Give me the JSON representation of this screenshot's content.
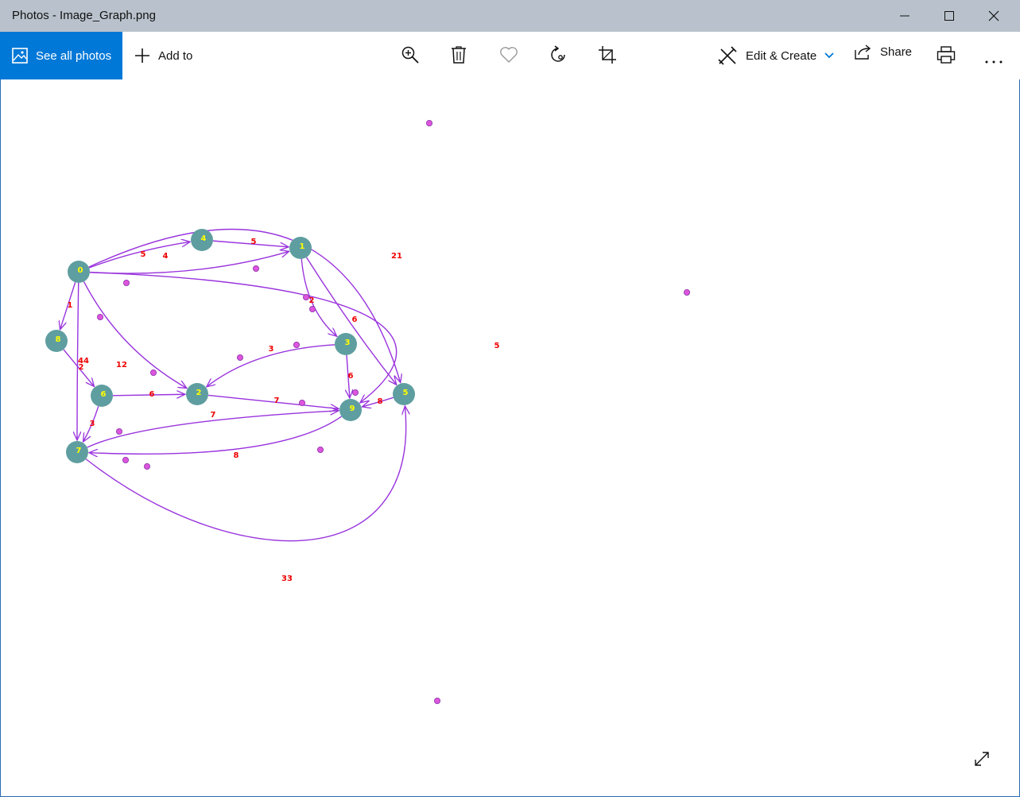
{
  "window": {
    "title": "Photos - Image_Graph.png"
  },
  "toolbar": {
    "see_all_label": "See all photos",
    "add_to_label": "Add to",
    "edit_create_label": "Edit & Create",
    "share_label": "Share",
    "icons": [
      "zoom-in-icon",
      "delete-icon",
      "favorite-icon",
      "rotate-icon",
      "crop-icon",
      "print-icon",
      "more-icon"
    ]
  },
  "colors": {
    "accent": "#0078d7",
    "titlebar": "#b9c2cc",
    "node_fill": "#5f9ea0",
    "node_label": "#ffff00",
    "edge": "#9933dd",
    "edge_label": "#ee0000",
    "dot_fill": "#dd55dd"
  },
  "graph": {
    "nodes": [
      {
        "id": "0",
        "label": "0"
      },
      {
        "id": "1",
        "label": "1"
      },
      {
        "id": "2",
        "label": "2"
      },
      {
        "id": "3",
        "label": "3"
      },
      {
        "id": "4",
        "label": "4"
      },
      {
        "id": "5",
        "label": "5"
      },
      {
        "id": "6",
        "label": "6"
      },
      {
        "id": "7",
        "label": "7"
      },
      {
        "id": "8",
        "label": "8"
      },
      {
        "id": "9",
        "label": "9"
      }
    ],
    "edges": [
      {
        "from": "0",
        "to": "4",
        "weight": "5"
      },
      {
        "from": "0",
        "to": "1",
        "weight": "4"
      },
      {
        "from": "4",
        "to": "1",
        "weight": "5"
      },
      {
        "from": "0",
        "to": "8",
        "weight": "1"
      },
      {
        "from": "0",
        "to": "7",
        "weight": "44"
      },
      {
        "from": "0",
        "to": "2",
        "weight": "12"
      },
      {
        "from": "0",
        "to": "5",
        "weight": "21"
      },
      {
        "from": "0",
        "to": "9",
        "weight": "5"
      },
      {
        "from": "1",
        "to": "3",
        "weight": "2"
      },
      {
        "from": "1",
        "to": "5",
        "weight": "6"
      },
      {
        "from": "3",
        "to": "2",
        "weight": "3"
      },
      {
        "from": "3",
        "to": "9",
        "weight": "6"
      },
      {
        "from": "8",
        "to": "6",
        "weight": "2"
      },
      {
        "from": "6",
        "to": "2",
        "weight": "6"
      },
      {
        "from": "6",
        "to": "7",
        "weight": "3"
      },
      {
        "from": "2",
        "to": "9",
        "weight": "7"
      },
      {
        "from": "7",
        "to": "9",
        "weight": "7"
      },
      {
        "from": "9",
        "to": "7",
        "weight": "8"
      },
      {
        "from": "5",
        "to": "9",
        "weight": "8"
      },
      {
        "from": "7",
        "to": "5",
        "weight": "33"
      }
    ]
  }
}
